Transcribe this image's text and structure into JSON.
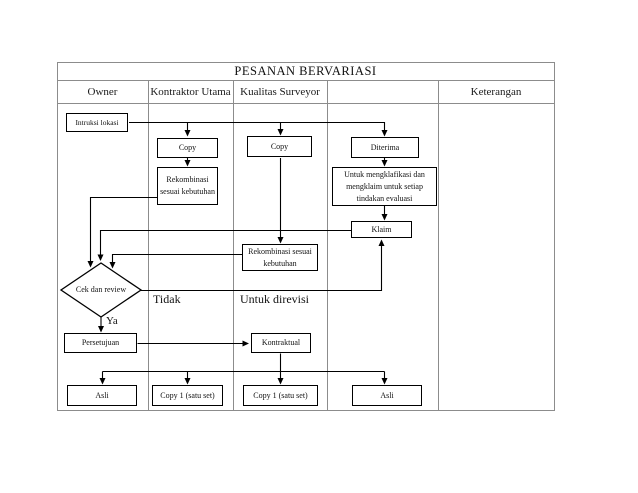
{
  "title": "PESANAN BERVARIASI",
  "columns": [
    {
      "label": "Owner"
    },
    {
      "label": "Kontraktor Utama"
    },
    {
      "label": "Kualitas Surveyor"
    },
    {
      "label": ""
    },
    {
      "label": "Keterangan"
    }
  ],
  "nodes": {
    "intruksi_lokasi": {
      "label": "Intruksi lokasi"
    },
    "copy_kontraktor": {
      "label": "Copy"
    },
    "copy_surveyor": {
      "label": "Copy"
    },
    "diterima": {
      "label": "Diterima"
    },
    "rekombinasi_kontraktor": {
      "label": "Rekombinasi sesuai kebutuhan"
    },
    "untuk_mengklafikasi": {
      "label": "Untuk mengklafikasi dan mengklaim untuk setiap tindakan evaluasi"
    },
    "klaim": {
      "label": "Klaim"
    },
    "rekombinasi_surveyor": {
      "label": "Rekombinasi sesuai kebutuhan"
    },
    "cek_dan_review": {
      "label": "Cek dan review"
    },
    "persetujuan": {
      "label": "Persetujuan"
    },
    "kontraktual": {
      "label": "Kontraktual"
    },
    "asli_owner": {
      "label": "Asli"
    },
    "copy1_kontraktor": {
      "label": "Copy 1 (satu set)"
    },
    "copy1_surveyor": {
      "label": "Copy 1 (satu set)"
    },
    "asli_keterangan": {
      "label": "Asli"
    }
  },
  "edge_labels": {
    "ya": "Ya",
    "tidak": "Tidak",
    "untuk_direvisi": "Untuk direvisi"
  },
  "colors": {
    "flow_line": "#000000",
    "grid_line": "#8c8c8c",
    "background": "#ffffff"
  }
}
